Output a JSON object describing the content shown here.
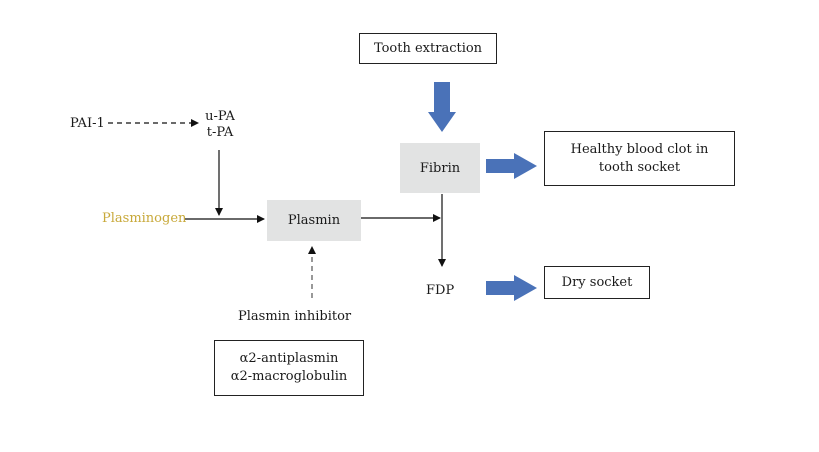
{
  "diagram": {
    "nodes": {
      "tooth_extraction": "Tooth extraction",
      "fibrin": "Fibrin",
      "healthy_clot_line1": "Healthy blood clot in",
      "healthy_clot_line2": "tooth socket",
      "pai1": "PAI-1",
      "upa": "u-PA",
      "tpa": "t-PA",
      "plasminogen": "Plasminogen",
      "plasmin": "Plasmin",
      "fdp": "FDP",
      "dry_socket": "Dry socket",
      "plasmin_inhibitor": "Plasmin inhibitor",
      "antiplasmin": "α2-antiplasmin",
      "macroglobulin": "α2-macroglobulin"
    },
    "colors": {
      "block_arrow": "#4a72b8",
      "plasminogen_text": "#c8a93a",
      "process_box_fill": "#e2e3e3",
      "line": "#111111"
    },
    "edges": [
      {
        "from": "PAI-1",
        "to": "u-PA / t-PA",
        "style": "dashed"
      },
      {
        "from": "u-PA / t-PA",
        "to": "Plasminogen→Plasmin",
        "style": "solid"
      },
      {
        "from": "Plasminogen",
        "to": "Plasmin",
        "style": "solid"
      },
      {
        "from": "Plasmin inhibitor",
        "to": "Plasmin",
        "style": "dashed"
      },
      {
        "from": "Plasmin",
        "to": "Fibrin→FDP",
        "style": "solid"
      },
      {
        "from": "Fibrin",
        "to": "FDP",
        "style": "solid"
      },
      {
        "from": "Tooth extraction",
        "to": "Fibrin",
        "style": "block"
      },
      {
        "from": "Fibrin",
        "to": "Healthy blood clot in tooth socket",
        "style": "block"
      },
      {
        "from": "FDP",
        "to": "Dry socket",
        "style": "block"
      }
    ]
  }
}
